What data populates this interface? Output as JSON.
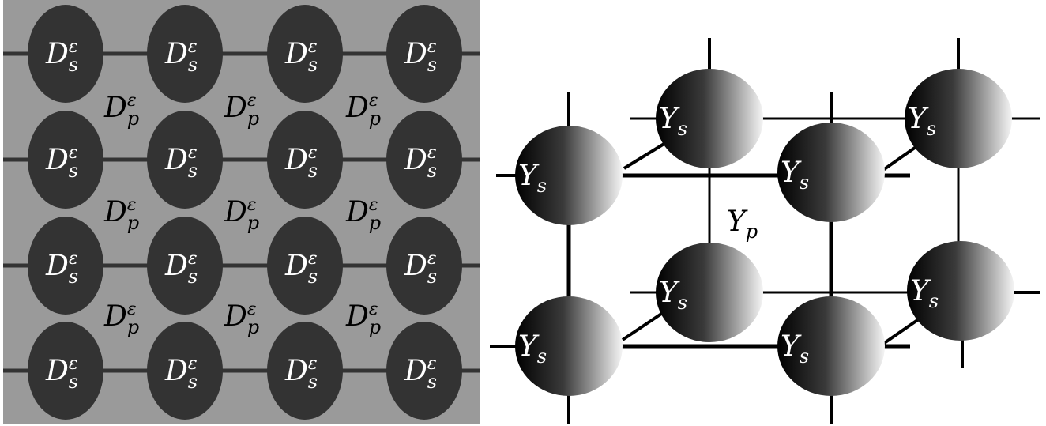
{
  "left_panel": {
    "solid_label": {
      "base": "D",
      "sub": "s",
      "sup": "ε"
    },
    "pore_label": {
      "base": "D",
      "sub": "p",
      "sup": "ε"
    },
    "rows": 4,
    "cols": 4,
    "background_color": "#9a9a9a",
    "inclusion_color": "#333333"
  },
  "right_panel": {
    "solid_label": {
      "base": "Y",
      "sub": "s"
    },
    "pore_label": {
      "base": "Y",
      "sub": "p"
    },
    "sphere_gradient": [
      "#000000",
      "#ffffff"
    ]
  }
}
